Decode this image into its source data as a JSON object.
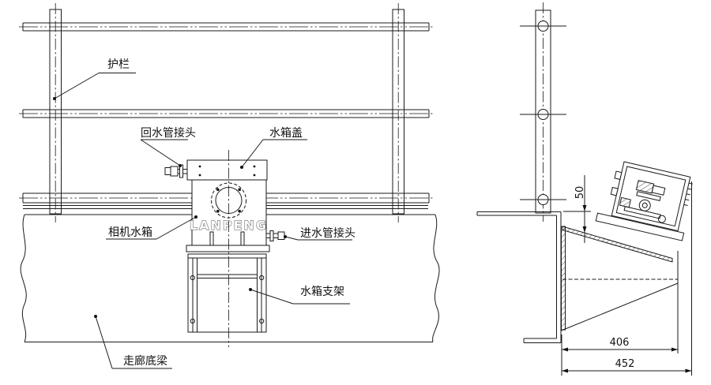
{
  "drawing": {
    "kind": "engineering-installation-drawing",
    "views": 2
  },
  "brand": {
    "name": "LANPENG"
  },
  "labels": {
    "guardrail": "护栏",
    "return_pipe_joint": "回水管接头",
    "tank_cover": "水箱盖",
    "camera_tank": "相机水箱",
    "inlet_pipe_joint": "进水管接头",
    "tank_bracket": "水箱支架",
    "corridor_beam": "走廊底梁"
  },
  "dimensions": {
    "post_offset": "50",
    "support_depth": "406",
    "overall_depth": "452"
  },
  "colors": {
    "line": "#1a1a1a",
    "background": "#ffffff"
  }
}
